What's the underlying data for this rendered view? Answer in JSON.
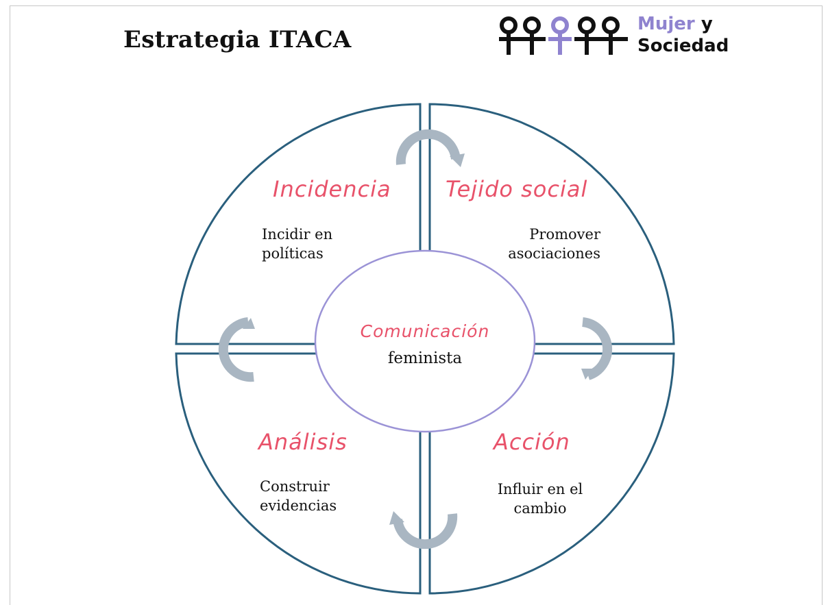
{
  "header": {
    "title": "Estrategia ITACA",
    "logo": {
      "text_accent": "Mujer",
      "text_tail": " y",
      "text_line2": "Sociedad",
      "accent_color": "#8f83cf",
      "dark_color": "#111111"
    }
  },
  "diagram": {
    "quadrants": [
      {
        "title": "Incidencia",
        "lines": [
          "Incidir en",
          "políticas"
        ]
      },
      {
        "title": "Tejido social",
        "lines": [
          "Promover",
          "asociaciones"
        ]
      },
      {
        "title": "Análisis",
        "lines": [
          "Construir",
          "evidencias"
        ]
      },
      {
        "title": "Acción",
        "lines": [
          "Influir en el",
          "cambio"
        ]
      }
    ],
    "center": {
      "title": "Comunicación",
      "text": "feminista"
    },
    "colors": {
      "outline": "#2a5f7d",
      "center_outline": "#9b93d6",
      "arrow": "#a9b6c2",
      "title": "#e8526a"
    }
  }
}
